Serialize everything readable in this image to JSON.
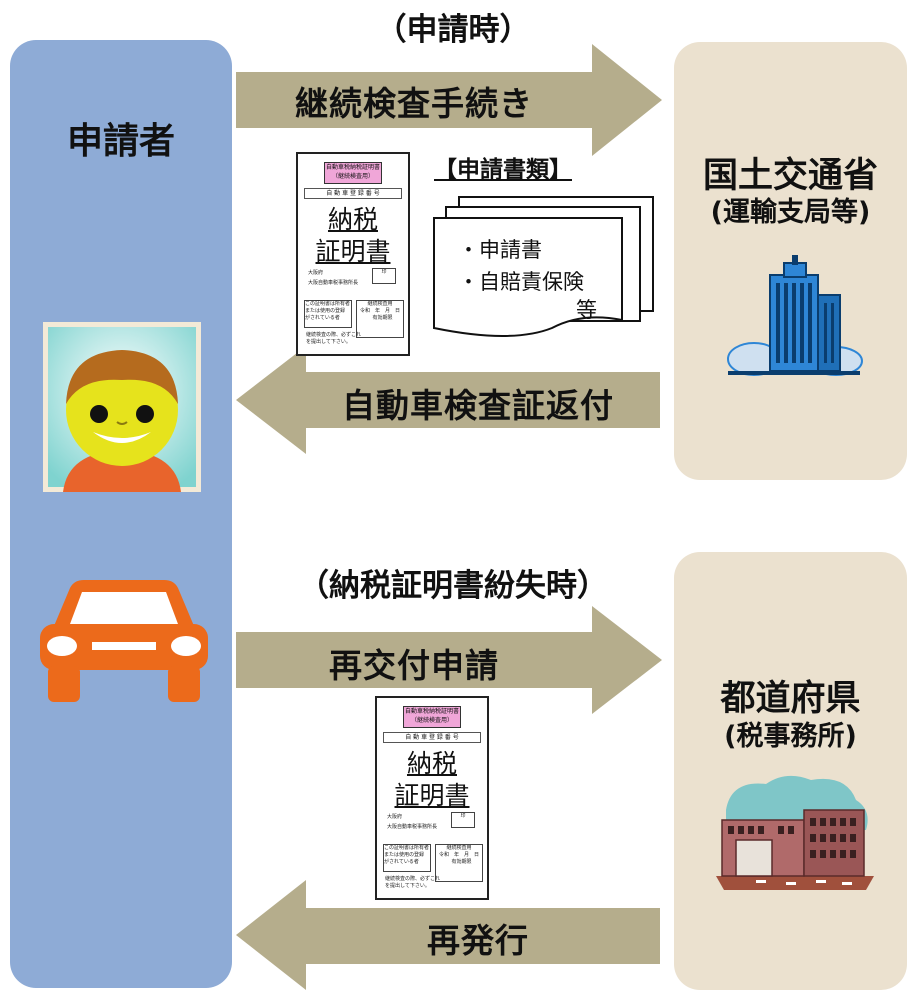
{
  "applicant": {
    "label": "申請者"
  },
  "mlit": {
    "name": "国土交通省",
    "sub": "(運輸支局等)"
  },
  "prefecture": {
    "name": "都道府県",
    "sub": "(税事務所)"
  },
  "sections": {
    "apply_time": "（申請時）",
    "lost_time": "（納税証明書紛失時）"
  },
  "arrows": {
    "inspection": "継続検査手続き",
    "return_cert": "自動車検査証返付",
    "reissue_request": "再交付申請",
    "reissue": "再発行"
  },
  "documents": {
    "title": "【申請書類】",
    "item1": "・申請書",
    "item2": "・自賠責保険",
    "item3": "等"
  },
  "certificate": {
    "header_line1": "自動車税納税証明書",
    "header_line2": "（継続検査用）",
    "reg_label": "自 動 車 登 録 番 号",
    "title_line1": "納税",
    "title_line2": "証明書",
    "pref_line": "大阪府",
    "office_line": "大阪自動車税事務所長",
    "seal": "印",
    "note_box": "この証明書は所有者\nまたは使用の登録\nがされている者",
    "stamp_box": "継続検査用\n令和　年　月　日\n　有効期限",
    "bottom_note": "継続検査の際、必ずこれ\nを提出して下さい。"
  },
  "colors": {
    "arrow": "#b5ad8c",
    "left_panel": "#8eabd6",
    "right_panel": "#ebe1cf",
    "car": "#ec6a1b",
    "building_blue": "#2e86d6"
  }
}
